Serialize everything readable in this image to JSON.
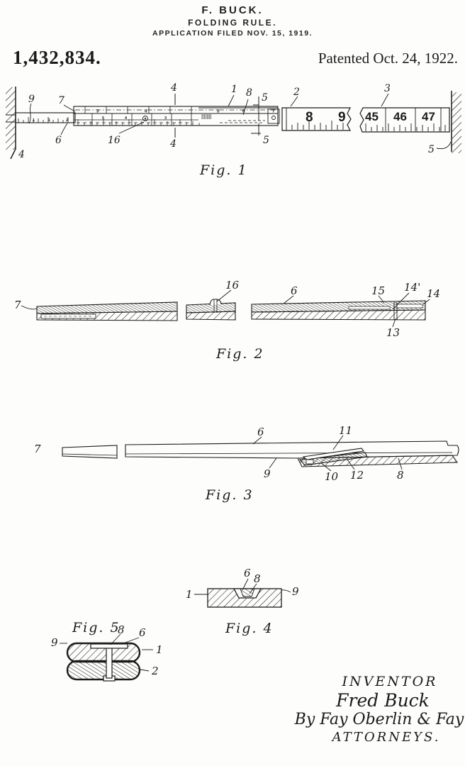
{
  "header": {
    "inventor": "F. BUCK.",
    "title": "FOLDING RULE.",
    "application": "APPLICATION FILED NOV. 15, 1919.",
    "patent_number": "1,432,834.",
    "patent_date": "Patented Oct. 24, 1922."
  },
  "fig1": {
    "caption": "Fig. 1",
    "ref_labels": {
      "wall_left": "4",
      "nine": "9",
      "seven": "7",
      "six": "6",
      "sixteen": "16",
      "section_top": "4",
      "section_bottom": "4",
      "one": "1",
      "eight": "8",
      "five_top": "5",
      "five_bottom": "5",
      "two": "2",
      "three": "3",
      "five_right": "5"
    },
    "strip_digits": [
      "1",
      "1",
      "2"
    ],
    "rail_digits": [
      "3",
      "4",
      "5",
      "6",
      "7"
    ],
    "mid_digits": [
      "5",
      "4",
      "3"
    ],
    "segment2_numbers": [
      "8",
      "9"
    ],
    "segment3_numbers": [
      "45",
      "46",
      "47"
    ]
  },
  "fig2": {
    "caption": "Fig. 2",
    "ref_labels": {
      "seven": "7",
      "sixteen": "16",
      "six": "6",
      "fifteen": "15",
      "fourteen_prime": "14'",
      "fourteen": "14",
      "thirteen": "13"
    }
  },
  "fig3": {
    "caption": "Fig. 3",
    "ref_labels": {
      "seven": "7",
      "six": "6",
      "eleven": "11",
      "nine": "9",
      "ten": "10",
      "twelve": "12",
      "eight": "8"
    }
  },
  "fig4": {
    "caption": "Fig. 4",
    "ref_labels": {
      "one": "1",
      "six": "6",
      "eight": "8",
      "nine": "9"
    }
  },
  "fig5": {
    "caption": "Fig. 5",
    "ref_labels": {
      "nine": "9",
      "eight": "8",
      "six": "6",
      "one": "1",
      "two": "2"
    }
  },
  "signature": {
    "inventor_label": "INVENTOR",
    "inventor_name": "Fred Buck",
    "by_line": "By Fay Oberlin & Fay",
    "attorneys_label": "ATTORNEYS."
  }
}
